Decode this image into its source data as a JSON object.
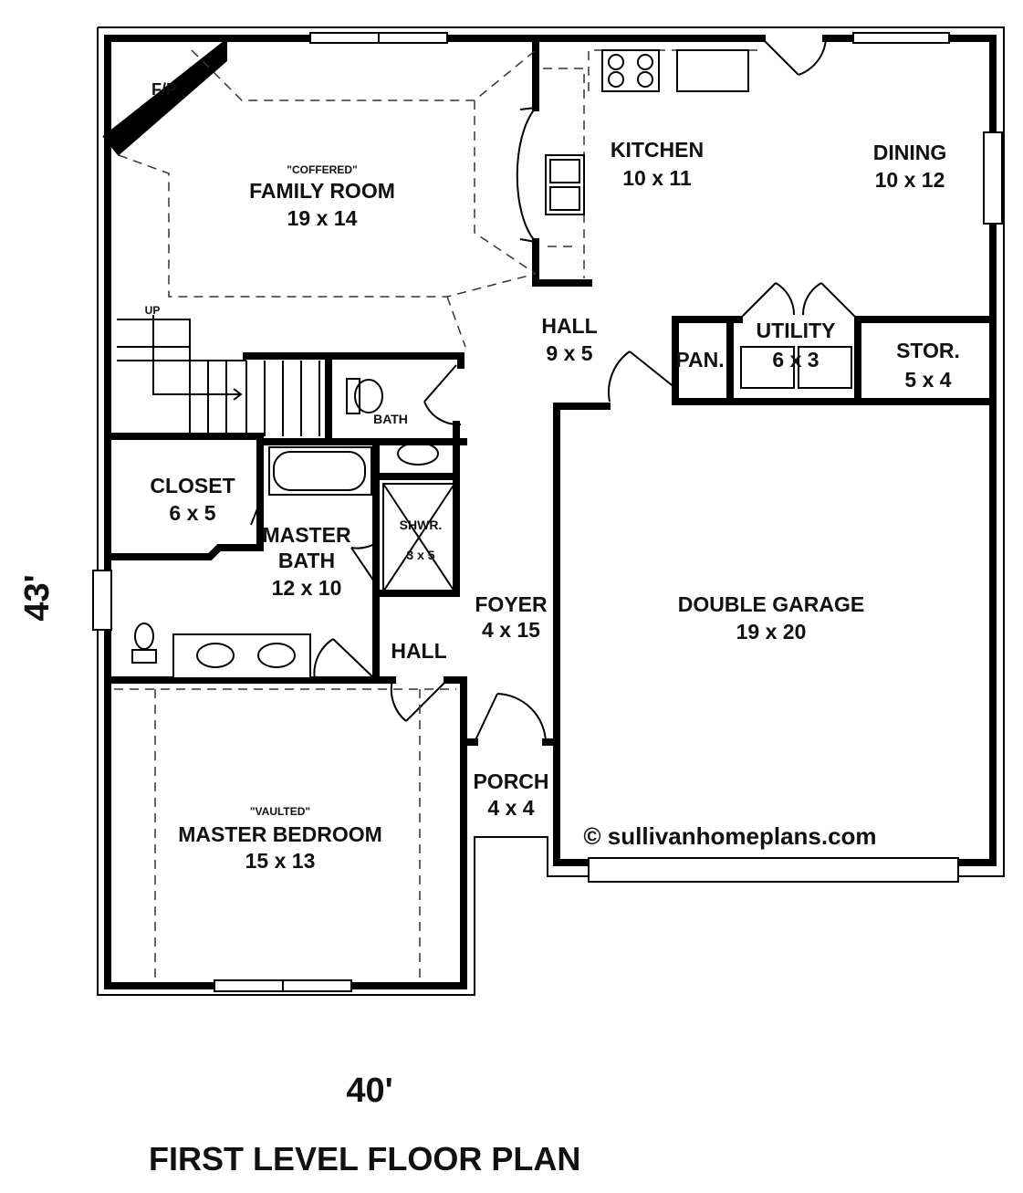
{
  "rooms": {
    "family": {
      "tag": "\"COFFERED\"",
      "name": "FAMILY ROOM",
      "size": "19 x 14"
    },
    "fp": {
      "name": "F/P"
    },
    "up": {
      "name": "UP"
    },
    "kitchen": {
      "name": "KITCHEN",
      "size": "10 x 11"
    },
    "dining": {
      "name": "DINING",
      "size": "10 x 12"
    },
    "hall_upper": {
      "name": "HALL",
      "size": "9 x 5"
    },
    "pantry": {
      "name": "PAN."
    },
    "utility": {
      "name": "UTILITY",
      "size": "6 x 3"
    },
    "storage": {
      "name": "STOR.",
      "size": "5 x 4"
    },
    "bath": {
      "name": "BATH"
    },
    "closet": {
      "name": "CLOSET",
      "size": "6 x 5"
    },
    "master_bath": {
      "name": "MASTER",
      "name2": "BATH",
      "size": "12 x 10"
    },
    "shower": {
      "name": "SHWR.",
      "size": "3 x 5"
    },
    "foyer": {
      "name": "FOYER",
      "size": "4 x 15"
    },
    "hall_lower": {
      "name": "HALL"
    },
    "garage": {
      "name": "DOUBLE GARAGE",
      "size": "19 x 20"
    },
    "porch": {
      "name": "PORCH",
      "size": "4 x 4"
    },
    "master_bed": {
      "tag": "\"VAULTED\"",
      "name": "MASTER BEDROOM",
      "size": "15 x 13"
    }
  },
  "copyright": "© sullivanhomeplans.com",
  "dimensions": {
    "depth": "43'",
    "width": "40'"
  },
  "title": "FIRST LEVEL FLOOR PLAN"
}
